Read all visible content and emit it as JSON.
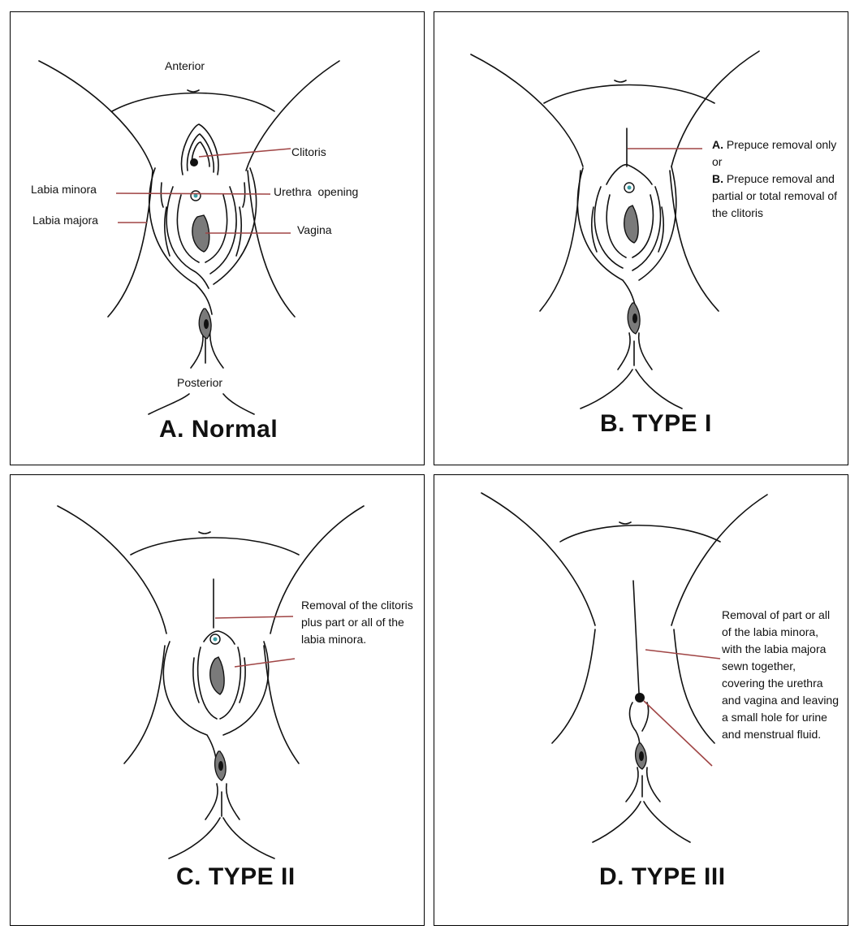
{
  "panels": {
    "a": {
      "title": "A. Normal",
      "labels": {
        "anterior": "Anterior",
        "posterior": "Posterior",
        "clitoris": "Clitoris",
        "labia_minora": "Labia minora",
        "urethra_opening": "Urethra  opening",
        "labia_majora": "Labia majora",
        "vagina": "Vagina"
      }
    },
    "b": {
      "title": "B. TYPE I",
      "option_a_prefix": "A.",
      "option_a_text": "Prepuce removal only or",
      "option_b_prefix": "B.",
      "option_b_text": "Prepuce removal and partial or total removal of the clitoris"
    },
    "c": {
      "title": "C. TYPE II",
      "description": "Removal of the clitoris plus part or all of the labia minora."
    },
    "d": {
      "title": "D. TYPE III",
      "description": "Removal of part or all of the labia minora, with the labia majora sewn together, covering the urethra and vagina and leaving a small hole for urine and menstrual fluid."
    }
  },
  "colors": {
    "leader_line": "#a04545",
    "outline": "#111111",
    "shaded": "#7a7a7a",
    "urethra": "#3a9ea5"
  }
}
